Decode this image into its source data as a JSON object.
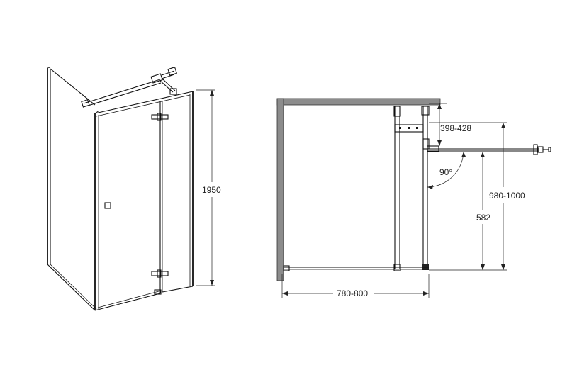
{
  "diagram": {
    "colors": {
      "line": "#111111",
      "wall": "#8c8c8c",
      "background": "#ffffff"
    },
    "perspective_view": {
      "height_label": "1950"
    },
    "plan_view": {
      "width_label": "780-800",
      "door_width_label": "398-428",
      "depth_label": "980-1000",
      "panel_label": "582",
      "angle_label": "90°"
    }
  }
}
